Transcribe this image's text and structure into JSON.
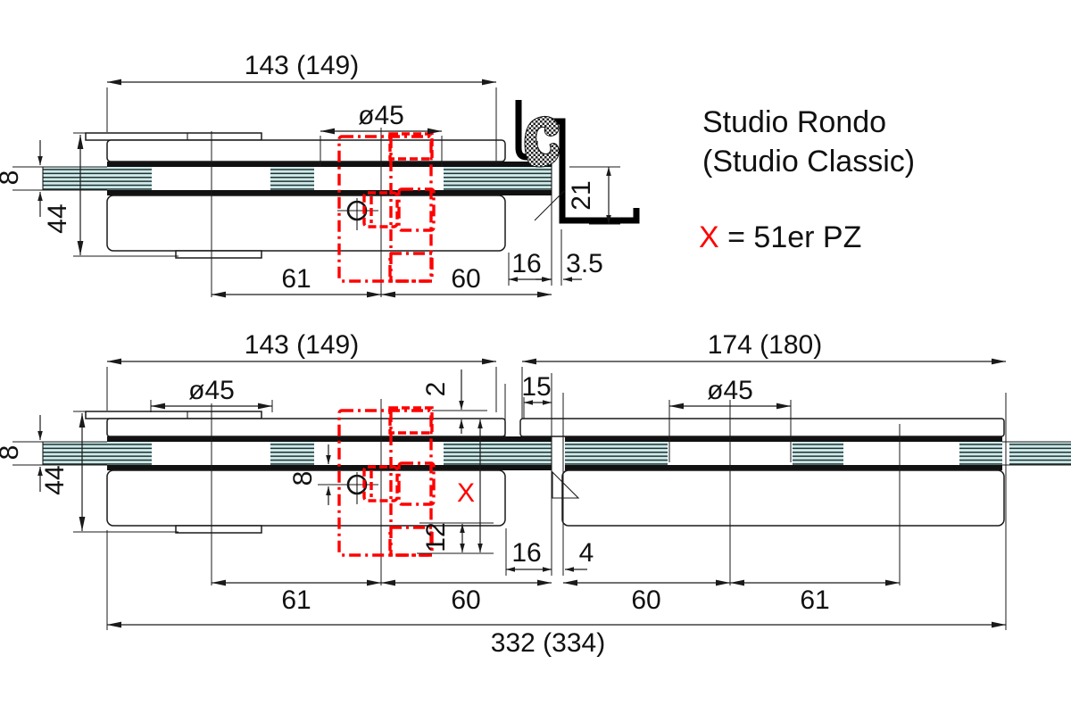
{
  "legend": {
    "title_line1": "Studio Rondo",
    "title_line2": "(Studio Classic)",
    "x_symbol": "X",
    "x_value": " = 51er PZ"
  },
  "top_view": {
    "dims": {
      "overall": "143 (149)",
      "cover_dia": "ø45",
      "glass_thickness": "8",
      "rail_height": "44",
      "spacing_left": "61",
      "spacing_right": "60",
      "edge": "16",
      "seal_gap": "3.5",
      "frame_depth": "21"
    }
  },
  "bottom_view": {
    "dims": {
      "overall_left": "143 (149)",
      "overall_right": "174 (180)",
      "cover_dia_left": "ø45",
      "cover_dia_right": "ø45",
      "glass_thickness": "8",
      "rail_height": "44",
      "lock_top": "2",
      "overhang": "15",
      "lock_axis": "8",
      "lock_bottom": "12",
      "edge": "16",
      "glass_gap": "4",
      "seg1": "61",
      "seg2": "60",
      "seg3": "60",
      "seg4": "61",
      "total": "332 (334)",
      "x_symbol": "X"
    }
  },
  "colors": {
    "line": "#1a1a1a",
    "accent_red": "#ff0000",
    "glass_fill": "#cfe9e9",
    "glass_hatch": "#1e3232"
  }
}
